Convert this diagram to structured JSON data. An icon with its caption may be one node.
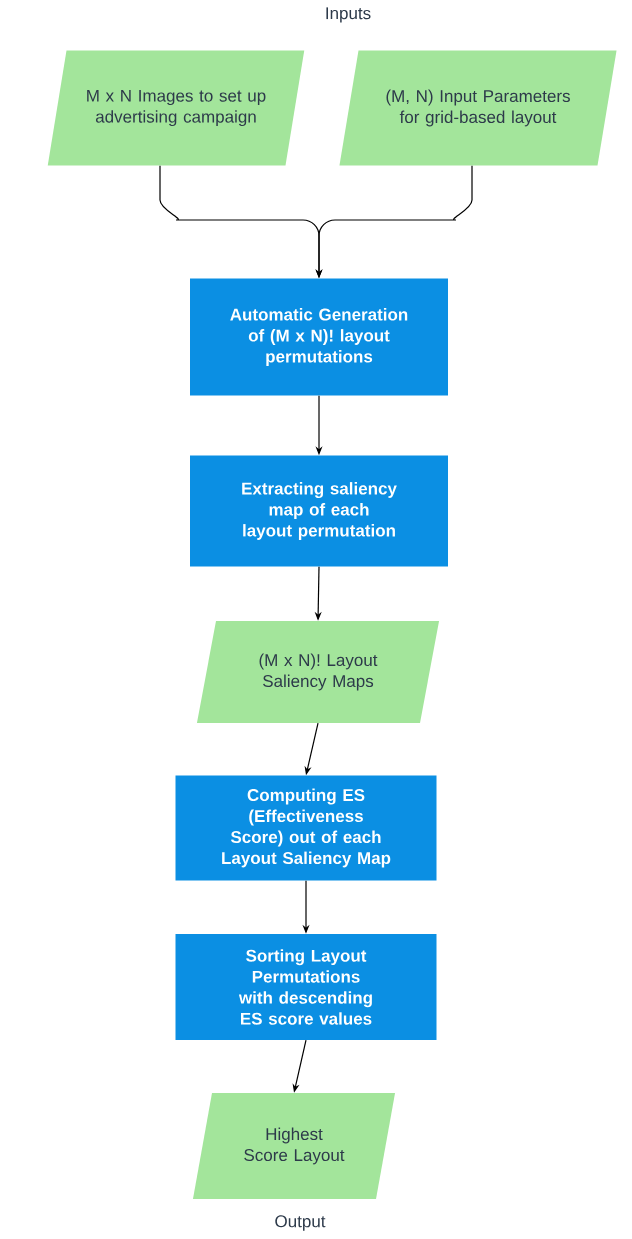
{
  "diagram": {
    "nodes": [
      {
        "text": [
          "M x N Images to set up advertising campaign"
        ]
      },
      {
        "text": [
          "(M, N) Input Parameters for grid-based layout"
        ]
      },
      {
        "text": [
          "Automatic Generation of (M x N)! layout permutations"
        ]
      },
      {
        "text": [
          "Extracting saliency map of each layout permutation"
        ]
      },
      {
        "text": [
          "(M x N)! Layout Saliency Maps"
        ]
      },
      {
        "text": [
          "Computing  ES (Effectiveness Score) out of each Layout Saliency Map"
        ]
      },
      {
        "text": [
          "Sorting Layout Permutations with descending ES score values"
        ]
      },
      {
        "text": [
          "Highest Score Layout"
        ]
      }
    ],
    "edges": [
      {
        "from": 0,
        "to": 2,
        "arrow": "to"
      },
      {
        "from": 1,
        "to": 2,
        "arrow": "to"
      },
      {
        "from": 2,
        "to": 3,
        "arrow": "to"
      },
      {
        "from": 3,
        "to": 4,
        "arrow": "to"
      },
      {
        "from": 4,
        "to": 5,
        "arrow": "to"
      },
      {
        "from": 5,
        "to": 6,
        "arrow": "to"
      },
      {
        "from": 6,
        "to": 7,
        "arrow": "to"
      }
    ],
    "labels": [
      "Inputs",
      "Output"
    ]
  }
}
